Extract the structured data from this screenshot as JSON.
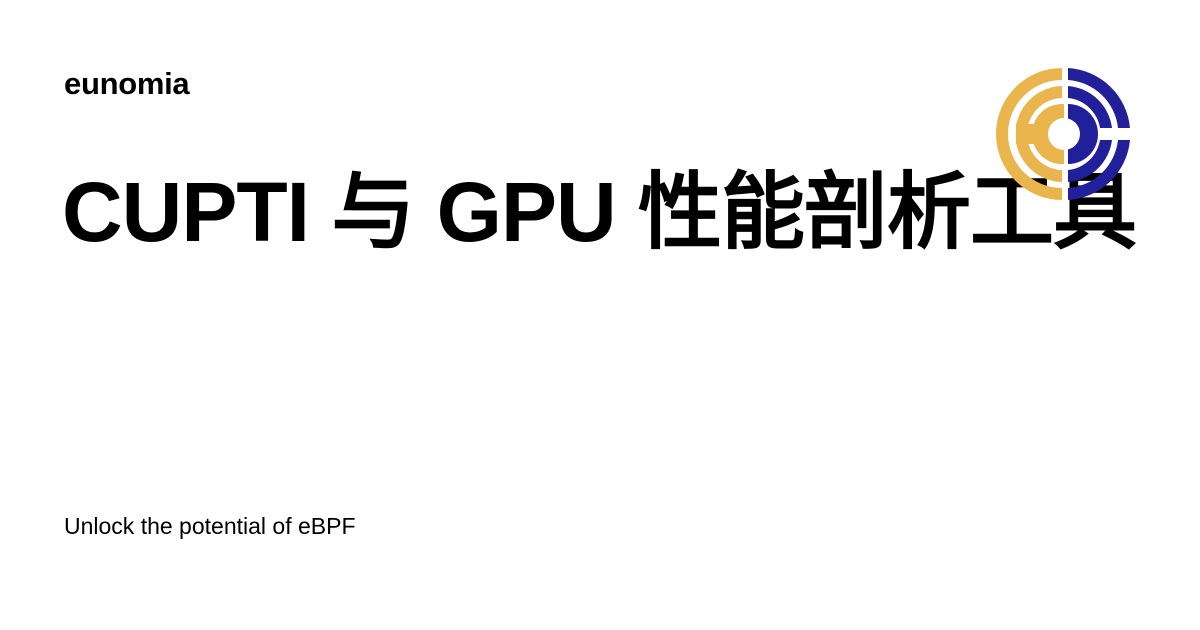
{
  "site_name": "eunomia",
  "title": "CUPTI 与 GPU 性能剖析工具",
  "tagline": "Unlock the potential of eBPF",
  "colors": {
    "logo_gold": "#EAB54D",
    "logo_navy": "#21209A"
  },
  "logo_icon": "eunomia-logo-icon"
}
